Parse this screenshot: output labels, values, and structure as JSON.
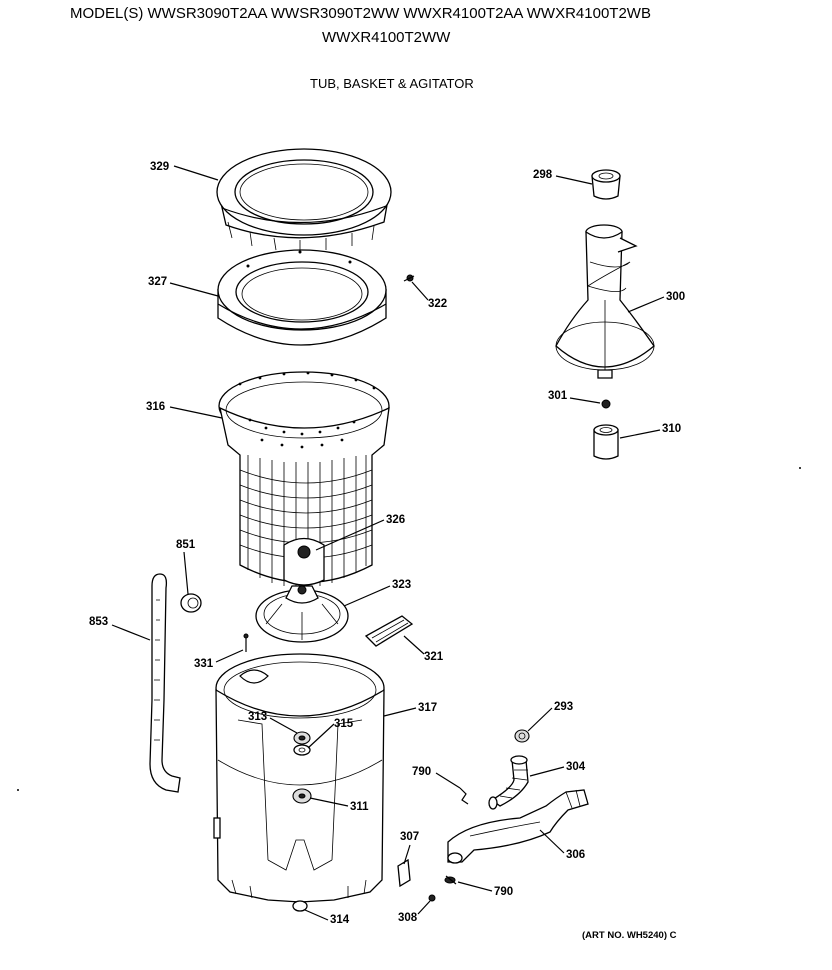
{
  "header": {
    "models_line1": "MODEL(S) WWSR3090T2AA  WWSR3090T2WW  WWXR4100T2AA  WWXR4100T2WB",
    "models_line2": "WWXR4100T2WW",
    "title": "TUB, BASKET & AGITATOR"
  },
  "footer": {
    "art_number": "(ART NO. WH5240) C"
  },
  "callouts": {
    "c329": "329",
    "c327": "327",
    "c322": "322",
    "c316": "316",
    "c326": "326",
    "c851": "851",
    "c853": "853",
    "c323": "323",
    "c321": "321",
    "c331": "331",
    "c317": "317",
    "c313": "313",
    "c315": "315",
    "c311": "311",
    "c314": "314",
    "c298": "298",
    "c300": "300",
    "c301": "301",
    "c310": "310",
    "c293": "293",
    "c790a": "790",
    "c304": "304",
    "c306": "306",
    "c307": "307",
    "c790b": "790",
    "c308": "308"
  },
  "parts_icons": [
    "tub-cover-ring-icon",
    "balance-ring-icon",
    "screw-icon",
    "basket-icon",
    "hub-icon",
    "clip-icon",
    "hose-icon",
    "agitator-icon",
    "tub-icon",
    "nut-icon",
    "washer-icon",
    "pump-hose-icon",
    "bracket-icon"
  ]
}
